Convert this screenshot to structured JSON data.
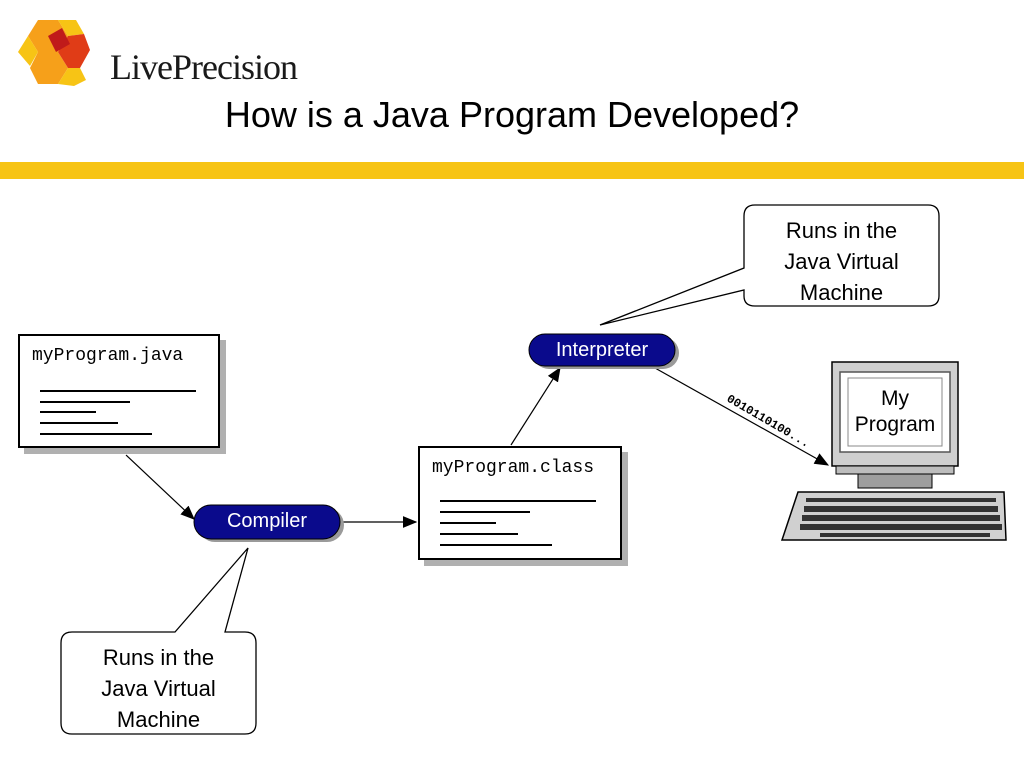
{
  "brand": {
    "name": "LivePrecision"
  },
  "slide": {
    "title": "How is a Java Program Developed?"
  },
  "source_file": {
    "name": "myProgram.java"
  },
  "class_file": {
    "name": "myProgram.class"
  },
  "compiler": {
    "label": "Compiler"
  },
  "interpreter": {
    "label": "Interpreter"
  },
  "bytecode": {
    "label": "0010110100..."
  },
  "computer": {
    "screen_line1": "My",
    "screen_line2": "Program"
  },
  "callout_top": {
    "line1": "Runs in the",
    "line2": "Java Virtual",
    "line3": "Machine"
  },
  "callout_bottom": {
    "line1": "Runs in the",
    "line2": "Java Virtual",
    "line3": "Machine"
  },
  "colors": {
    "accent_bar": "#f7c415",
    "pill": "#0a0a8c"
  }
}
